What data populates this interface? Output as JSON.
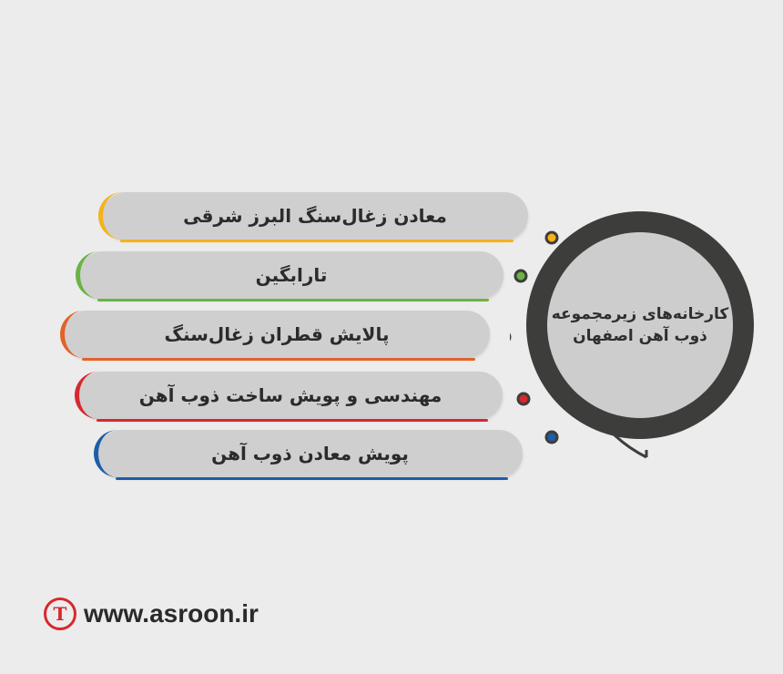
{
  "hub": {
    "line1": "کارخانه‌های زیرمجموعه",
    "line2": "ذوب آهن اصفهان",
    "ring_color": "#3d3d3b",
    "fill_color": "#cdcdcd"
  },
  "items": [
    {
      "label": "معادن زغال‌سنگ البرز شرقی",
      "color": "#f5b21b"
    },
    {
      "label": "تارابگین",
      "color": "#6bb344"
    },
    {
      "label": "پالایش قطران زغال‌سنگ",
      "color": "#e2622a"
    },
    {
      "label": "مهندسی و پویش ساخت ذوب آهن",
      "color": "#d7282f"
    },
    {
      "label": "پویش معادن ذوب آهن",
      "color": "#1c5ea8"
    }
  ],
  "brand": {
    "url": "www.asroon.ir",
    "logo_glyph": "T",
    "logo_color": "#d7282f"
  }
}
